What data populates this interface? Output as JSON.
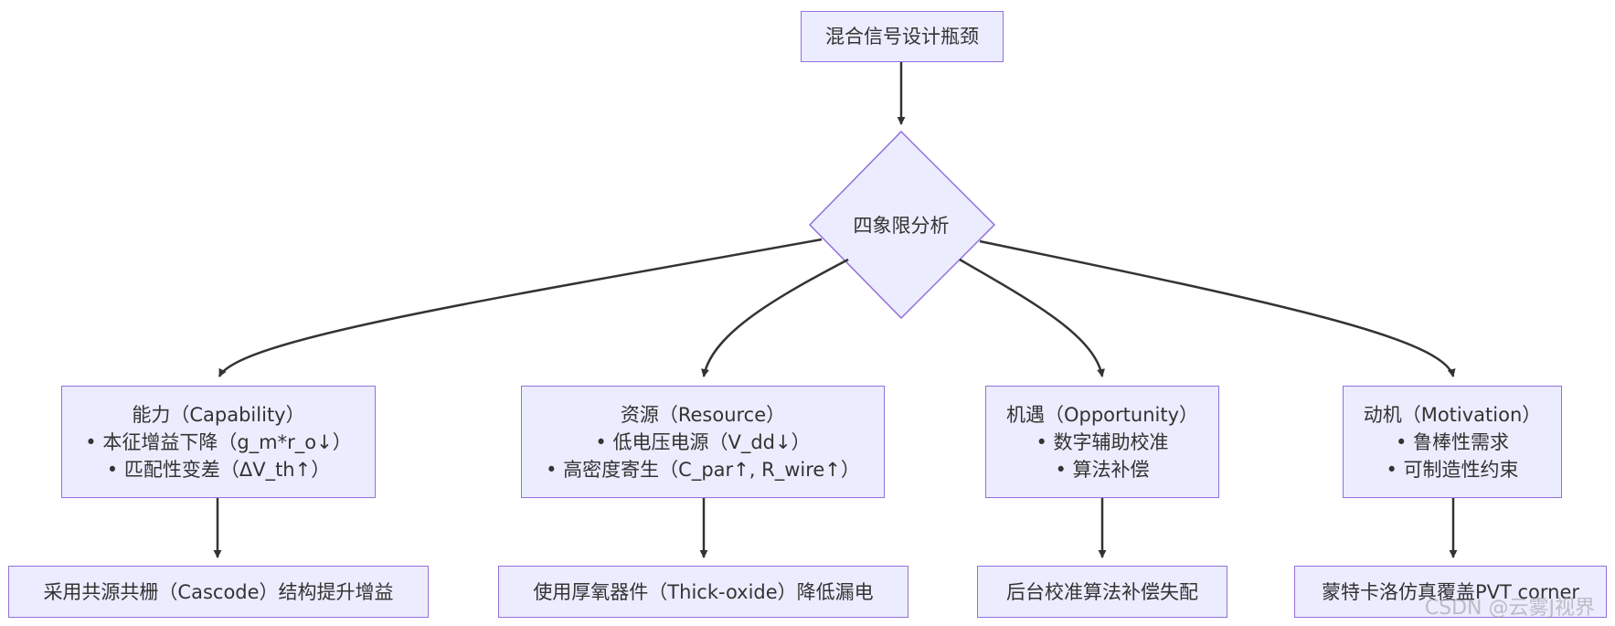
{
  "root": {
    "label": "混合信号设计瓶颈"
  },
  "decision": {
    "label": "四象限分析"
  },
  "quadrants": [
    {
      "title": "能力（Capability）",
      "items": [
        "• 本征增益下降（g_m*r_o↓）",
        "• 匹配性变差（ΔV_th↑）"
      ]
    },
    {
      "title": "资源（Resource）",
      "items": [
        "• 低电压电源（V_dd↓）",
        "• 高密度寄生（C_par↑, R_wire↑）"
      ]
    },
    {
      "title": "机遇（Opportunity）",
      "items": [
        "• 数字辅助校准",
        "• 算法补偿"
      ]
    },
    {
      "title": "动机（Motivation）",
      "items": [
        "• 鲁棒性需求",
        "• 可制造性约束"
      ]
    }
  ],
  "solutions": [
    "采用共源共栅（Cascode）结构提升增益",
    "使用厚氧器件（Thick-oxide）降低漏电",
    "后台校准算法补偿失配",
    "蒙特卡洛仿真覆盖PVT corner"
  ],
  "watermark": "CSDN @云雾J视界",
  "colors": {
    "node_fill": "#ececff",
    "node_stroke": "#9370db",
    "edge": "#333333",
    "text": "#333333"
  }
}
